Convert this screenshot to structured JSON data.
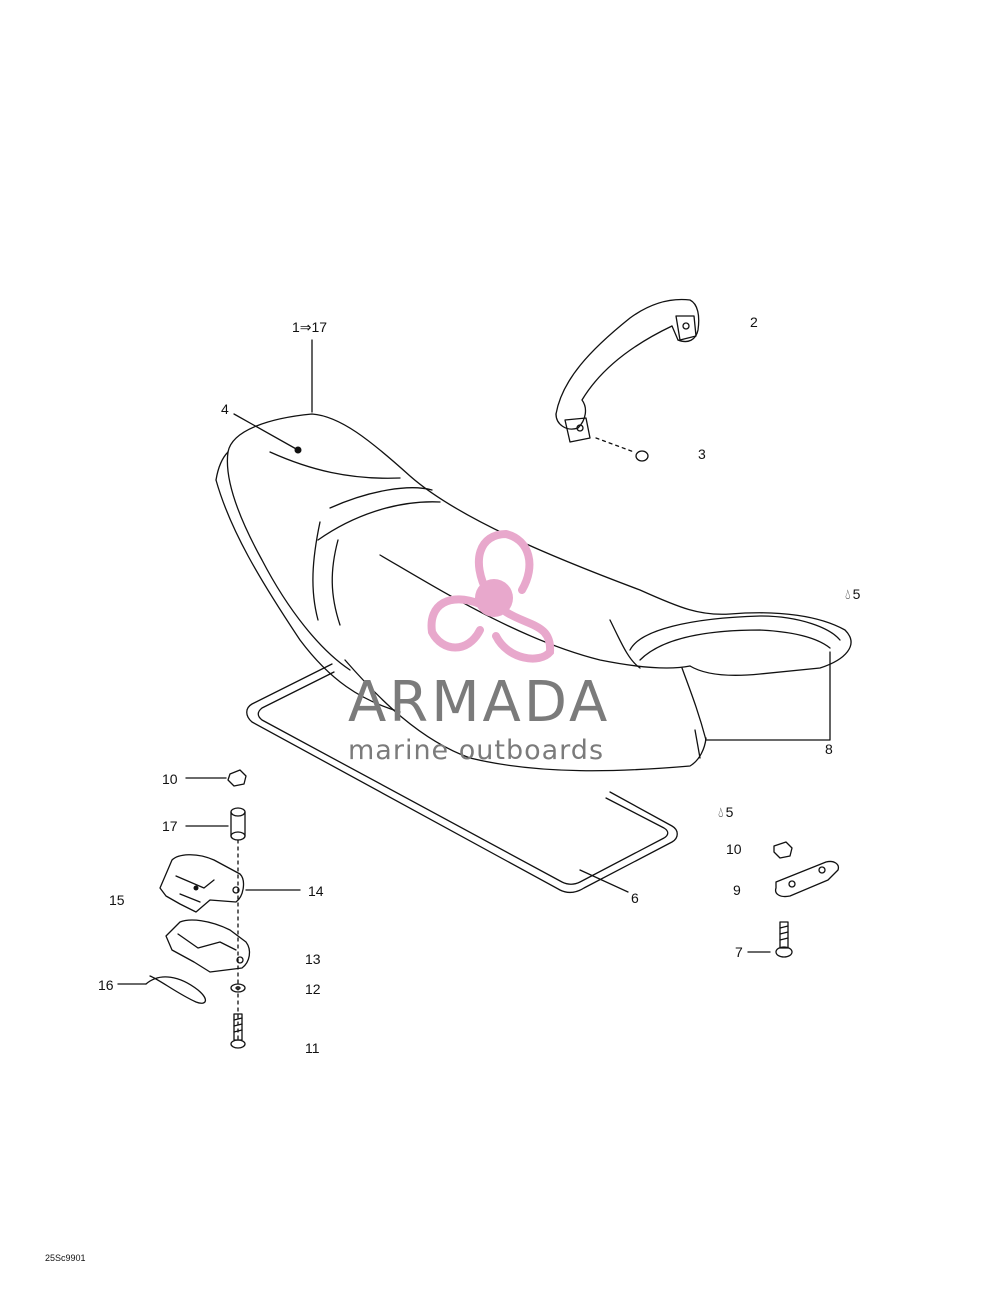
{
  "brand": {
    "name": "ARMADA",
    "tagline": "marine outboards",
    "logo_color": "#e8a8cc",
    "text_color": "#7b7b7b"
  },
  "callouts": {
    "c1_17": "1⇒17",
    "c2": "2",
    "c3": "3",
    "c4": "4",
    "c5a": "5",
    "c5b": "5",
    "c6": "6",
    "c7": "7",
    "c8": "8",
    "c9": "9",
    "c10a": "10",
    "c10b": "10",
    "c11": "11",
    "c12": "12",
    "c13": "13",
    "c14": "14",
    "c15": "15",
    "c16": "16",
    "c17": "17"
  },
  "drawing_code": "25Sc9901",
  "icons": {
    "drop": "drop-icon"
  }
}
